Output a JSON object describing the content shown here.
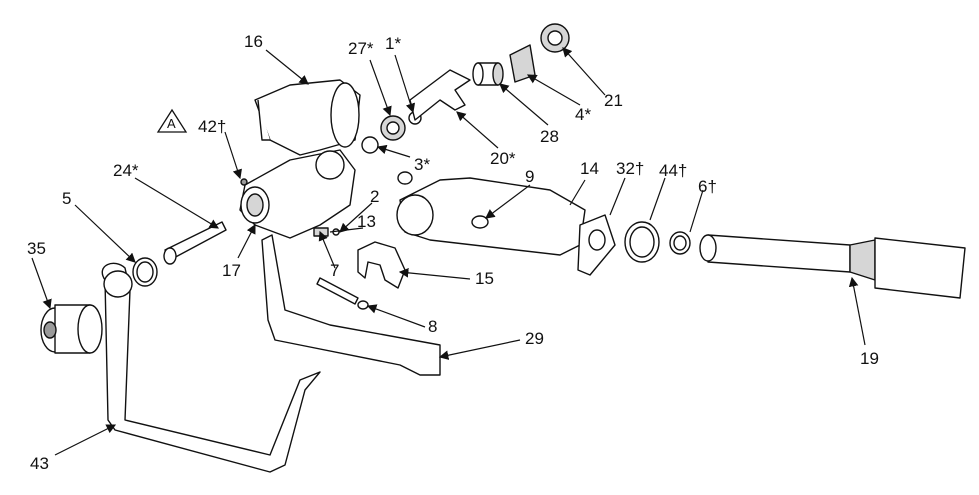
{
  "callouts": {
    "c16": "16",
    "c27": "27*",
    "c1": "1*",
    "c21": "21",
    "cA": "A",
    "c42": "42†",
    "c24": "24*",
    "c5": "5",
    "c35": "35",
    "c17": "17",
    "c3": "3*",
    "c4": "4*",
    "c28": "28",
    "c20": "20*",
    "c14": "14",
    "c32": "32†",
    "c44": "44†",
    "c6": "6†",
    "c9": "9",
    "c2": "2",
    "c13": "13",
    "c7": "7",
    "c15": "15",
    "c8": "8",
    "c29": "29",
    "c19": "19",
    "c43": "43"
  }
}
